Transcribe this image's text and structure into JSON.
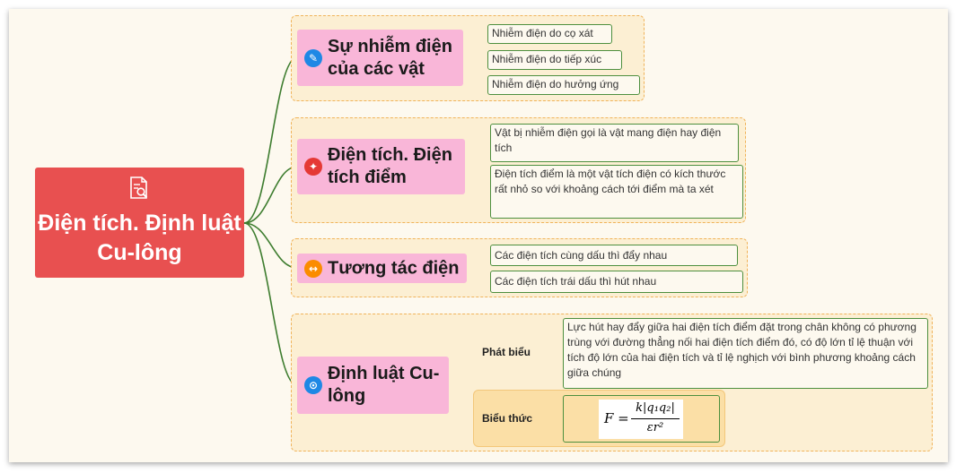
{
  "root": {
    "title": "Điện tích. Định luật Cu-lông",
    "icon": "document-search-icon"
  },
  "branches": [
    {
      "label": "Sự nhiễm điện của các vật",
      "icon": "pencil-icon",
      "icon_color": "#1e88e5",
      "leaves": [
        "Nhiễm điện do cọ xát",
        "Nhiễm điện do tiếp xúc",
        "Nhiễm điện do hưởng ứng"
      ]
    },
    {
      "label": "Điện tích. Điện tích điểm",
      "icon": "pin-icon",
      "icon_color": "#e53935",
      "leaves": [
        "Vật bị nhiễm điện gọi là vật mang điện hay điện tích",
        "Điện tích điểm là một vật tích điện có kích thước rất nhỏ so với khoảng cách tới điểm mà ta xét"
      ]
    },
    {
      "label": "Tương tác điện",
      "icon": "arrows-icon",
      "icon_color": "#fb8c00",
      "leaves": [
        "Các điện tích cùng dấu thì đẩy nhau",
        "Các điện tích trái dấu thì hút nhau"
      ]
    },
    {
      "label": "Định luật Cu-lông",
      "icon": "lock-icon",
      "icon_color": "#1e88e5",
      "sub": [
        {
          "label": "Phát biểu",
          "text": "Lực hút hay đẩy giữa hai điện tích điểm đặt trong chân không có phương trùng với đường thẳng nối hai điện tích điểm đó, có độ lớn tỉ lệ thuận với tích độ lớn của hai điện tích và tỉ lệ nghịch với bình phương khoảng cách giữa chúng"
        },
        {
          "label": "Biểu thức",
          "formula": {
            "lhs": "F =",
            "num": "k|q₁q₂|",
            "den": "εr²"
          }
        }
      ]
    }
  ],
  "colors": {
    "root": "#e85050",
    "branch": "#f9b6d8",
    "connector": "#3e7d2f",
    "group_fill": "#fcefd3",
    "group_border": "#f0b35a"
  }
}
